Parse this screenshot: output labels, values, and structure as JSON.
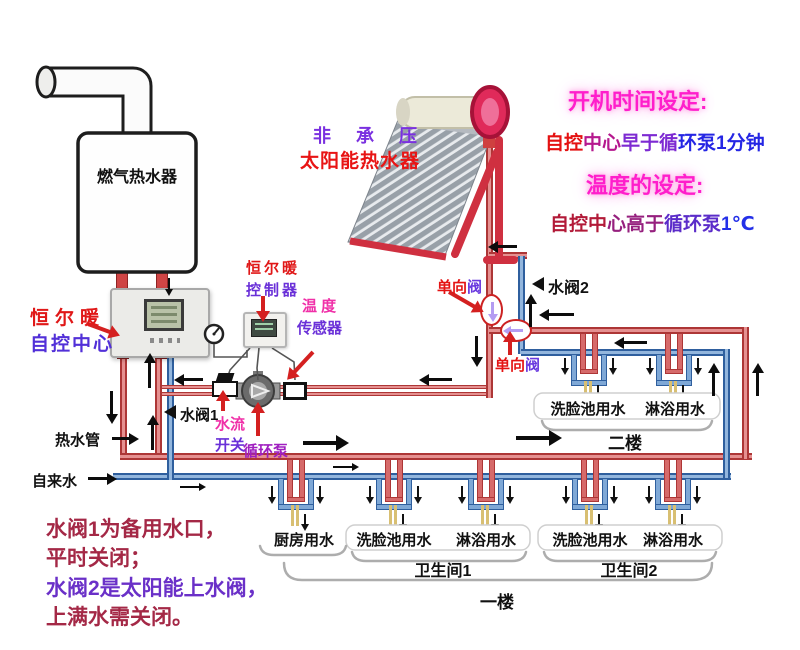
{
  "colors": {
    "hot_pipe": "#c24040",
    "cold_pipe": "#2f5f9e",
    "accent_red": "#e41414",
    "accent_purple": "#6a3adf",
    "accent_magenta": "#f030a8",
    "glow_pink": "#ff1ecb"
  },
  "header_notes": {
    "power_title": "开机时间设定:",
    "power_detail_parts": [
      "自控",
      "中心",
      "早于循",
      "环泵1分钟"
    ],
    "temp_title": "温度的设定:",
    "temp_detail_parts": [
      "自控中",
      "心高于",
      "循环泵",
      "1℃"
    ]
  },
  "solar_heater": {
    "label_top": "非 承 压",
    "label_bottom": "太阳能热水器"
  },
  "gas_heater": {
    "label": "燃气热水器"
  },
  "control_center": {
    "brand": "恒尔暖",
    "name": "自控中心"
  },
  "controller": {
    "brand": "恒尔暖",
    "name": "控制器"
  },
  "devices": {
    "temp_sensor_line1": "温 度",
    "temp_sensor_line2": "传感器",
    "flow_switch_line1": "水流",
    "flow_switch_line2": "开关",
    "pump": "循环泵"
  },
  "valves": {
    "check_valve_upper": {
      "p1": "单向",
      "p2": "阀"
    },
    "check_valve_lower": {
      "p1": "单向",
      "p2": "阀"
    },
    "valve1": "水阀1",
    "valve2": "水阀2"
  },
  "pipe_labels": {
    "hot": "热水管",
    "cold": "自来水"
  },
  "floor2": {
    "fixtures": [
      "洗脸池用水",
      "淋浴用水"
    ],
    "label": "二楼"
  },
  "floor1": {
    "kitchen": "厨房用水",
    "bath1": {
      "fixtures": [
        "洗脸池用水",
        "淋浴用水"
      ],
      "label": "卫生间1"
    },
    "bath2": {
      "fixtures": [
        "洗脸池用水",
        "淋浴用水"
      ],
      "label": "卫生间2"
    },
    "label": "一楼"
  },
  "footnotes": {
    "l1": "水阀1为备用水口，",
    "l2": "平时关闭；",
    "l3": "水阀2是太阳能上水阀，",
    "l4": "上满水需关闭。"
  }
}
